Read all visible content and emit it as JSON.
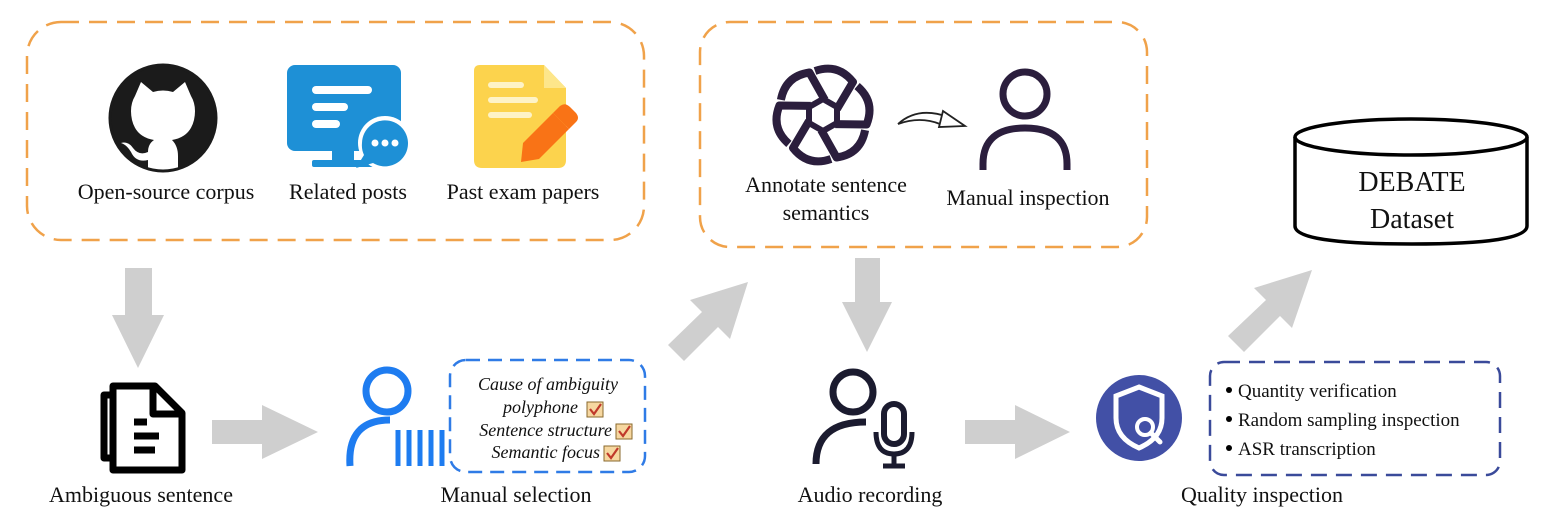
{
  "sources": {
    "github_label": "Open-source corpus",
    "posts_label": "Related posts",
    "exam_label": "Past exam papers"
  },
  "annotation": {
    "annotate_line1": "Annotate sentence",
    "annotate_line2": "semantics",
    "inspection_label": "Manual inspection"
  },
  "dataset": {
    "line1": "DEBATE",
    "line2": "Dataset"
  },
  "steps": {
    "ambiguous": "Ambiguous sentence",
    "selection": "Manual selection",
    "audio": "Audio recording",
    "quality": "Quality inspection"
  },
  "selection_criteria": {
    "heading": "Cause of ambiguity",
    "items": [
      "polyphone",
      "Sentence structure",
      "Semantic focus"
    ]
  },
  "quality_checks": [
    "Quantity verification",
    "Random sampling inspection",
    "ASR transcription"
  ],
  "colors": {
    "orange_dash": "#F0A24A",
    "blue_dash": "#2F7BE6",
    "navy_dash": "#3A4A9A",
    "arrow_gray": "#CFCFCF",
    "github_black": "#1B1B1B",
    "posts_blue": "#1E90D6",
    "exam_yellow": "#FCD34D",
    "exam_orange": "#F97316",
    "openai_purple": "#2B1E3D",
    "person_blue": "#1E7CF0",
    "shield_navy": "#4250A6"
  },
  "icons": [
    "github-icon",
    "posts-chat-icon",
    "exam-paper-icon",
    "openai-icon",
    "curved-arrow-icon",
    "person-icon",
    "database-icon",
    "document-stack-icon",
    "person-voice-icon",
    "checkbox-icon",
    "person-mic-icon",
    "shield-search-icon",
    "bullet-icon"
  ]
}
